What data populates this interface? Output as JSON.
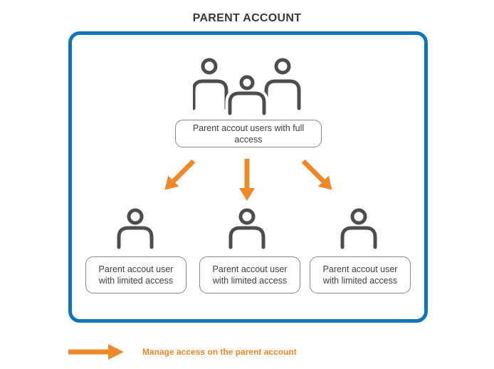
{
  "title": "PARENT ACCOUNT",
  "colors": {
    "accent_blue": "#1274B8",
    "accent_orange": "#EF8829",
    "icon_gray": "#4D4D4F",
    "label_border": "#85878A",
    "label_text": "#3F4042",
    "title_text": "#37383A"
  },
  "diagram": {
    "full_access_label": "Parent accout users with full access",
    "limited_nodes": [
      {
        "label": "Parent accout user with limited access"
      },
      {
        "label": "Parent accout user with limited access"
      },
      {
        "label": "Parent accout user with limited access"
      }
    ]
  },
  "legend": {
    "text": "Manage access on the parent account"
  }
}
